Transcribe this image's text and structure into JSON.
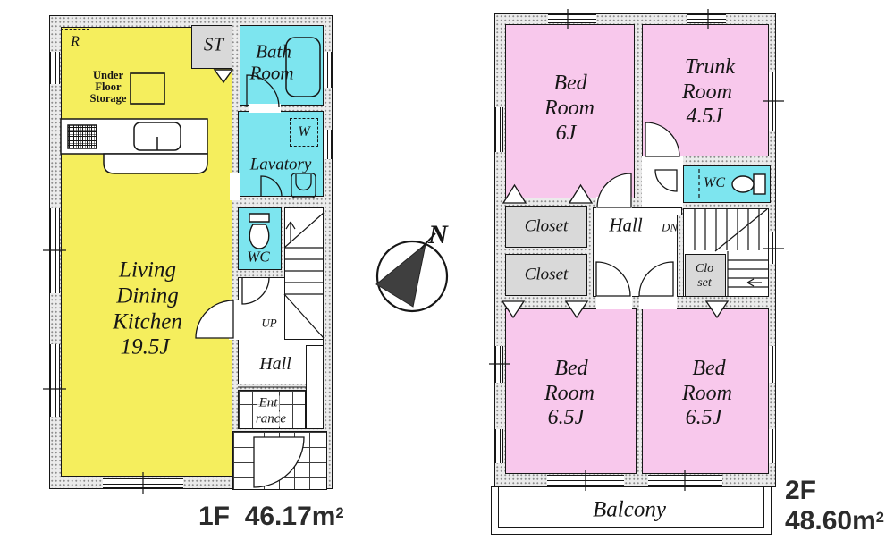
{
  "colors": {
    "ldk_yellow": "#f5ee5d",
    "wet_cyan": "#7de5ef",
    "bedroom_pink": "#f8c8ec",
    "closet_gray": "#d9d9d9",
    "wall_dot": "#8c8c8c",
    "line": "#161616"
  },
  "compass": {
    "north_label": "N"
  },
  "floor1": {
    "area": {
      "floor": "1F",
      "value": "46.17",
      "unit_base": "m",
      "unit_sup": "2"
    },
    "labels": {
      "refrigerator": "R",
      "storage": "ST",
      "under_floor_storage": [
        "Under",
        "Floor",
        "Storage"
      ],
      "bath": [
        "Bath",
        "Room"
      ],
      "washer": "W",
      "lavatory": "Lavatory",
      "wc": "WC",
      "up": "UP",
      "hall": "Hall",
      "entrance": [
        "Ent",
        "rance"
      ],
      "ldk": [
        "Living",
        "Dining",
        "Kitchen",
        "19.5J"
      ]
    }
  },
  "floor2": {
    "area": {
      "floor": "2F",
      "value": "48.60",
      "unit_base": "m",
      "unit_sup": "2"
    },
    "labels": {
      "bed6": [
        "Bed",
        "Room",
        "6J"
      ],
      "trunk": [
        "Trunk",
        "Room",
        "4.5J"
      ],
      "wc": "WC",
      "closet_top": "Closet",
      "closet_bottom": "Closet",
      "hall": "Hall",
      "dn": "DN",
      "closet_small": [
        "Clo",
        "set"
      ],
      "bed65_left": [
        "Bed",
        "Room",
        "6.5J"
      ],
      "bed65_right": [
        "Bed",
        "Room",
        "6.5J"
      ],
      "balcony": "Balcony"
    }
  }
}
